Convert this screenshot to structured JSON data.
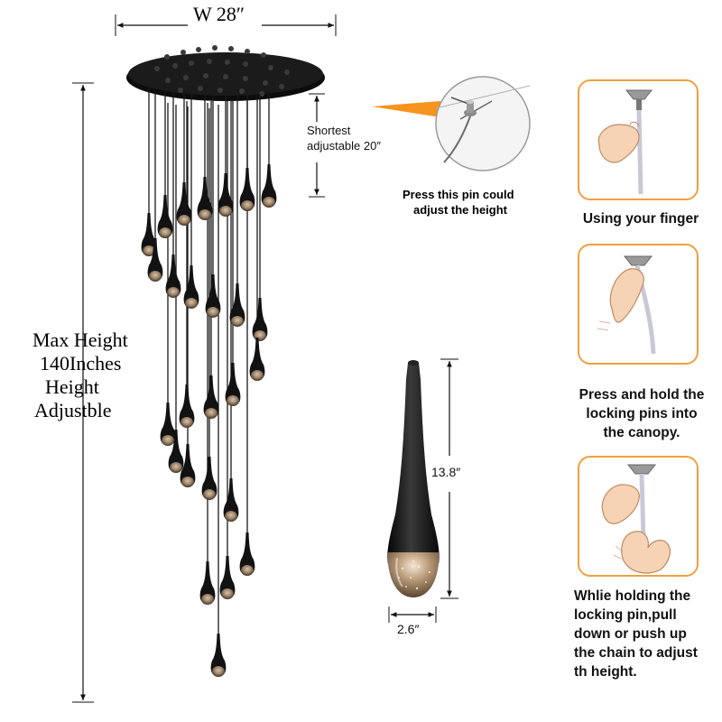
{
  "chandelier": {
    "width_label": "W 28″",
    "max_height_lines": [
      "Max Height",
      "140Inches",
      "Height",
      "Adjustble"
    ],
    "shortest_label_lines": [
      "Shortest",
      "adjustable 20″"
    ]
  },
  "detail": {
    "pin_caption_lines": [
      "Press this pin could",
      "adjust the height"
    ]
  },
  "pendant": {
    "height_label": "13.8″",
    "width_label": "2.6″"
  },
  "steps": [
    {
      "lines": [
        "Using your finger"
      ]
    },
    {
      "lines": [
        "Press and hold the",
        "locking pins into",
        "the canopy."
      ]
    },
    {
      "lines": [
        "Whlie holding the",
        "locking pin,pull",
        "down or push up",
        "the chain to adjust",
        "th height."
      ]
    }
  ],
  "colors": {
    "accent": "#f7941d",
    "card_border": "#f0a040",
    "fixture": "#141414"
  }
}
